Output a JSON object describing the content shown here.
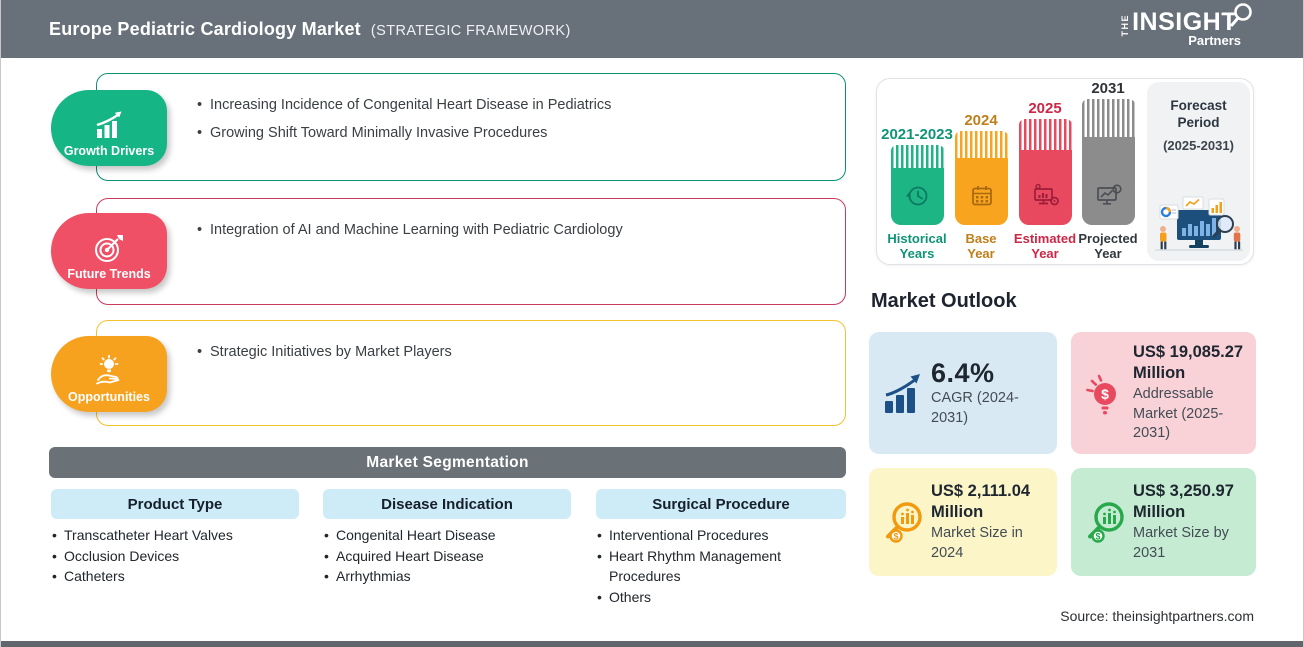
{
  "header": {
    "title": "Europe Pediatric Cardiology Market",
    "subtitle": "(STRATEGIC FRAMEWORK)",
    "logo": {
      "the": "The",
      "insight": "INSIGHT",
      "partners": "Partners"
    }
  },
  "framework": {
    "sections": [
      {
        "label": "Growth Drivers",
        "icon": "growth-chart-icon",
        "badge_color": "#16b585",
        "border_color": "#0d8f73",
        "items": [
          "Increasing Incidence of Congenital Heart Disease in Pediatrics",
          "Growing Shift Toward Minimally Invasive Procedures"
        ]
      },
      {
        "label": "Future Trends",
        "icon": "target-dart-icon",
        "badge_color": "#ef5066",
        "border_color": "#c93a5b",
        "items": [
          "Integration of AI and Machine Learning with Pediatric Cardiology"
        ]
      },
      {
        "label": "Opportunities",
        "icon": "idea-hand-icon",
        "badge_color": "#f7a21e",
        "border_color": "#f2c230",
        "items": [
          "Strategic Initiatives by Market Players"
        ]
      }
    ]
  },
  "segmentation": {
    "title": "Market Segmentation",
    "header_bg": "#6a7177",
    "column_header_bg": "#cdecf8",
    "columns": [
      {
        "header": "Product Type",
        "items": [
          "Transcatheter Heart Valves",
          "Occlusion Devices",
          "Catheters"
        ]
      },
      {
        "header": "Disease Indication",
        "items": [
          "Congenital Heart Disease",
          "Acquired Heart Disease",
          "Arrhythmias"
        ]
      },
      {
        "header": "Surgical Procedure",
        "items": [
          "Interventional Procedures",
          "Heart Rhythm Management Procedures",
          "Others"
        ]
      }
    ]
  },
  "timeline": {
    "bars": [
      {
        "year": "2021-2023",
        "label_line1": "Historical",
        "label_line2": "Years",
        "color": "#1db584",
        "icon": "clock-history-icon"
      },
      {
        "year": "2024",
        "label_line1": "Base",
        "label_line2": "Year",
        "color": "#f8a41f",
        "icon": "calendar-icon"
      },
      {
        "year": "2025",
        "label_line1": "Estimated",
        "label_line2": "Year",
        "color": "#e8495f",
        "icon": "monitor-analytics-icon"
      },
      {
        "year": "2031",
        "label_line1": "Projected",
        "label_line2": "Year",
        "color": "#8c8c8c",
        "icon": "presentation-chart-icon"
      }
    ],
    "forecast": {
      "title_line1": "Forecast",
      "title_line2": "Period",
      "range": "(2025-2031)"
    }
  },
  "outlook": {
    "title": "Market Outlook",
    "cards": [
      {
        "value": "6.4%",
        "label": "CAGR (2024-2031)",
        "bg": "#d9e9f3",
        "icon": "growth-bars-arrow-icon",
        "icon_color": "#1c5086"
      },
      {
        "value": "US$ 19,085.27 Million",
        "label": "Addressable Market (2025-2031)",
        "bg": "#f8d2d7",
        "icon": "bulb-dollar-icon",
        "icon_color": "#e8495f"
      },
      {
        "value": "US$ 2,111.04 Million",
        "label": "Market Size in 2024",
        "bg": "#fbf5c8",
        "icon": "magnifier-chart-icon",
        "icon_color": "#f2990f"
      },
      {
        "value": "US$ 3,250.97 Million",
        "label": "Market Size by 2031",
        "bg": "#c5ecd2",
        "icon": "magnifier-chart-icon",
        "icon_color": "#27a84a"
      }
    ]
  },
  "source": "Source: theinsightpartners.com"
}
